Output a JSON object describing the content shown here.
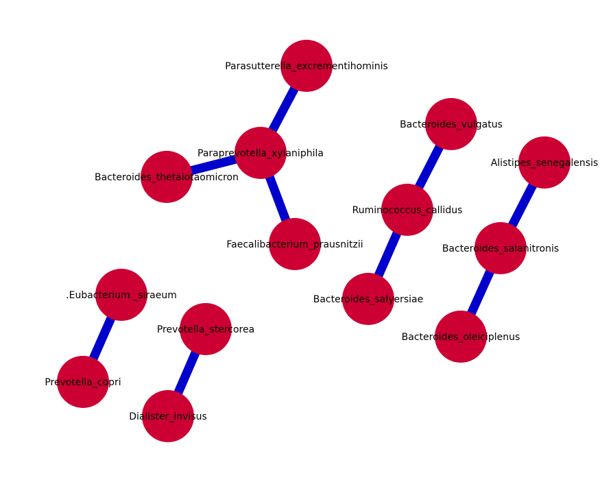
{
  "graph": {
    "node_color": "#cc0033",
    "edge_color": "#0000cc",
    "nodes": [
      {
        "id": "parasutterella",
        "label": "Parasutterella_excrementihominis"
      },
      {
        "id": "paraprevotella",
        "label": "Paraprevotella_xylaniphila"
      },
      {
        "id": "b_theta",
        "label": "Bacteroides_thetaiotaomicron"
      },
      {
        "id": "faecali",
        "label": "Faecalibacterium_prausnitzii"
      },
      {
        "id": "b_vulgatus",
        "label": "Bacteroides_vulgatus"
      },
      {
        "id": "ruminococcus",
        "label": "Ruminococcus_callidus"
      },
      {
        "id": "b_salyersiae",
        "label": "Bacteroides_salyersiae"
      },
      {
        "id": "alistipes",
        "label": "Alistipes_senegalensis"
      },
      {
        "id": "b_salanitronis",
        "label": "Bacteroides_salanitronis"
      },
      {
        "id": "b_oleiciplenus",
        "label": "Bacteroides_oleiciplenus"
      },
      {
        "id": "eubacterium",
        "label": ".Eubacterium._siraeum"
      },
      {
        "id": "p_copri",
        "label": "Prevotella_copri"
      },
      {
        "id": "p_stercorea",
        "label": "Prevotella_stercorea"
      },
      {
        "id": "dialister",
        "label": "Dialister_invisus"
      }
    ],
    "edges": [
      {
        "source": "parasutterella",
        "target": "paraprevotella"
      },
      {
        "source": "paraprevotella",
        "target": "b_theta"
      },
      {
        "source": "paraprevotella",
        "target": "faecali"
      },
      {
        "source": "b_vulgatus",
        "target": "ruminococcus"
      },
      {
        "source": "ruminococcus",
        "target": "b_salyersiae"
      },
      {
        "source": "alistipes",
        "target": "b_salanitronis"
      },
      {
        "source": "b_salanitronis",
        "target": "b_oleiciplenus"
      },
      {
        "source": "eubacterium",
        "target": "p_copri"
      },
      {
        "source": "p_stercorea",
        "target": "dialister"
      }
    ]
  }
}
